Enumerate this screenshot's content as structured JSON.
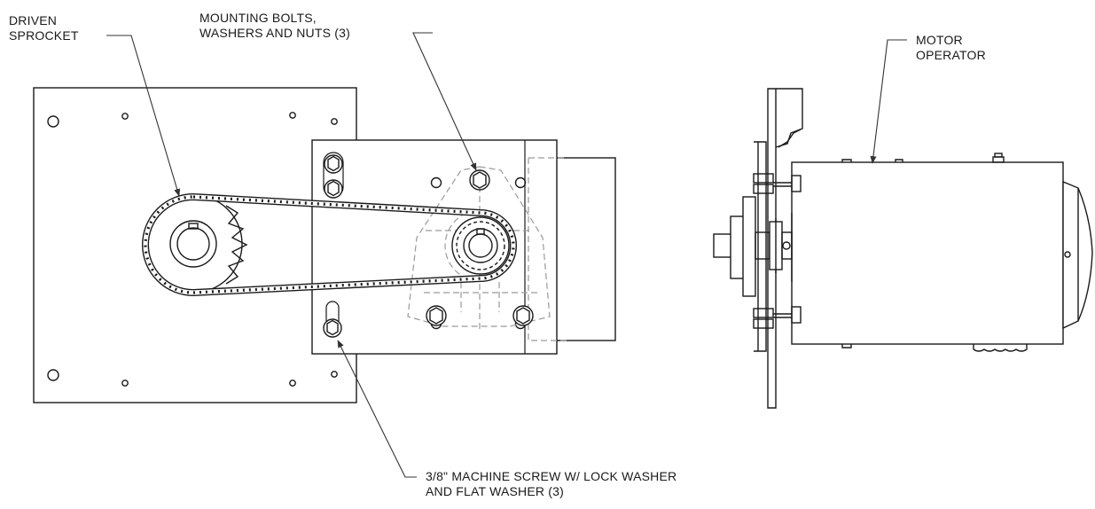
{
  "callouts": {
    "driven_sprocket": [
      "DRIVEN",
      "SPROCKET"
    ],
    "mounting_bolts": [
      "MOUNTING BOLTS,",
      "WASHERS AND NUTS (3)"
    ],
    "motor_operator": [
      "MOTOR",
      "OPERATOR"
    ],
    "machine_screw": [
      "3/8\" MACHINE SCREW W/ LOCK WASHER",
      "AND FLAT WASHER (3)"
    ]
  },
  "colors": {
    "line": "#1a1a1a",
    "hidden": "#9a9a9a",
    "leader": "#333333"
  }
}
